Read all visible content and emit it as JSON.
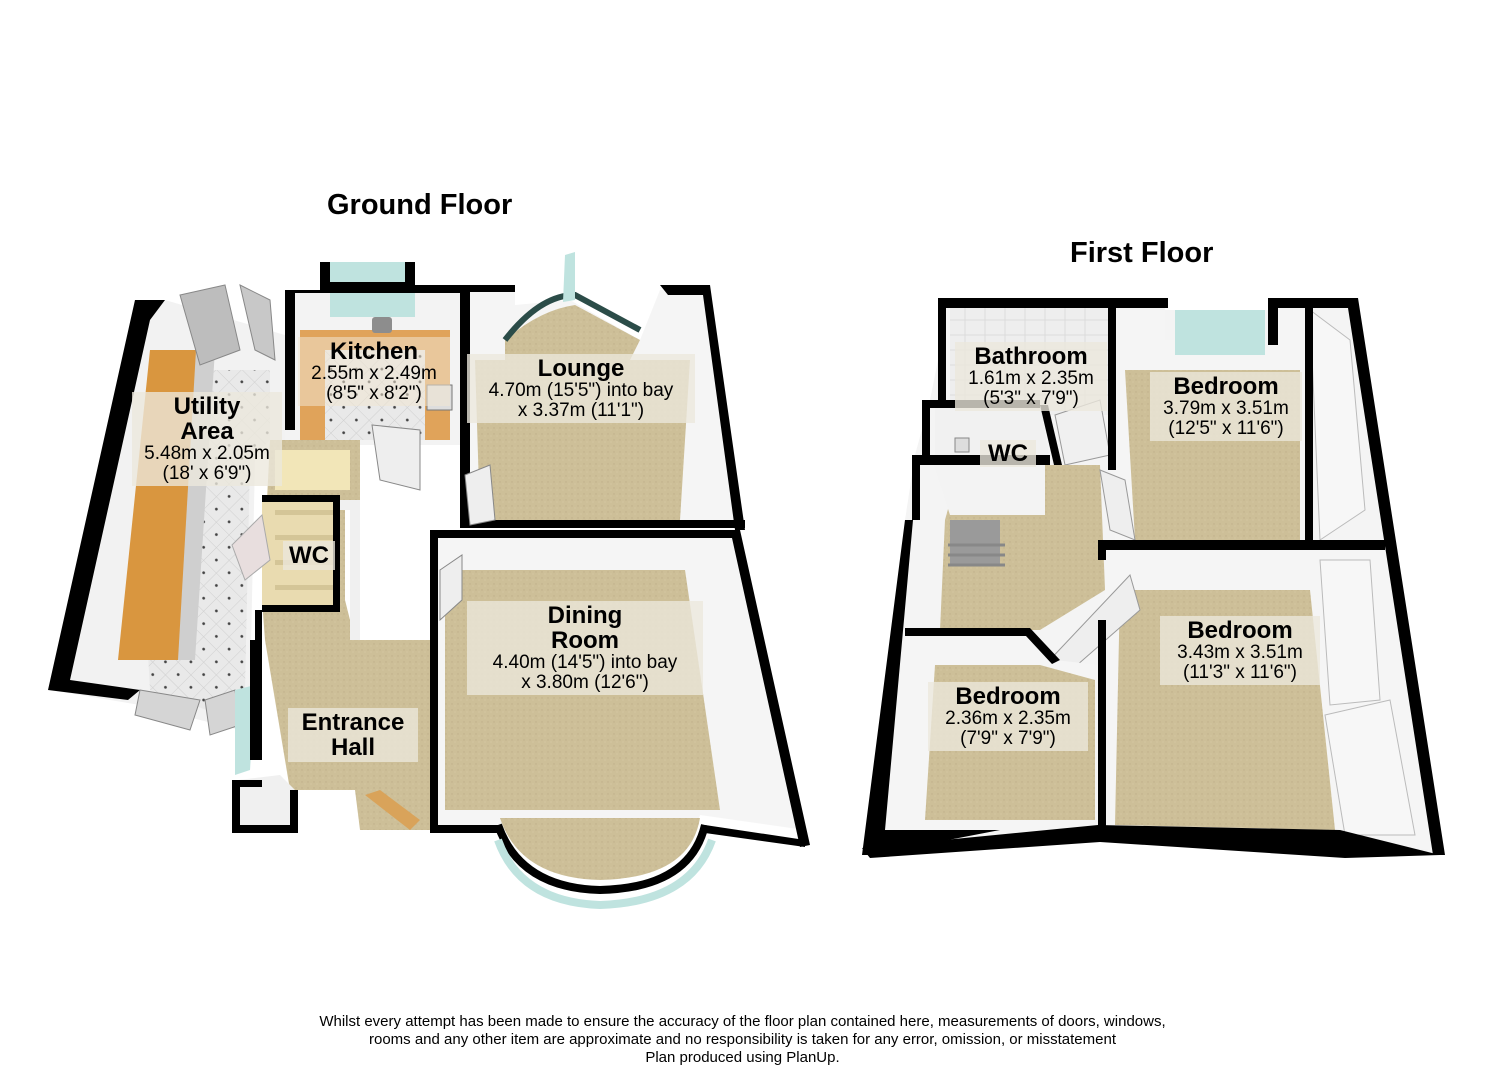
{
  "titles": {
    "ground_floor": "Ground Floor",
    "first_floor": "First Floor"
  },
  "ground_floor": {
    "rooms": [
      {
        "name": "Utility Area",
        "name_lines": [
          "Utility",
          "Area"
        ],
        "metric": "5.48m x 2.05m",
        "imperial": "(18' x 6'9\")"
      },
      {
        "name": "Kitchen",
        "name_lines": [
          "Kitchen"
        ],
        "metric": "2.55m x 2.49m",
        "imperial": "(8'5\" x 8'2\")"
      },
      {
        "name": "Lounge",
        "name_lines": [
          "Lounge"
        ],
        "metric": "4.70m (15'5\") into bay",
        "imperial": "x 3.37m (11'1\")"
      },
      {
        "name": "WC",
        "name_lines": [
          "WC"
        ],
        "metric": "",
        "imperial": ""
      },
      {
        "name": "Dining Room",
        "name_lines": [
          "Dining",
          "Room"
        ],
        "metric": "4.40m (14'5\") into bay",
        "imperial": "x 3.80m (12'6\")"
      },
      {
        "name": "Entrance Hall",
        "name_lines": [
          "Entrance",
          "Hall"
        ],
        "metric": "",
        "imperial": ""
      }
    ]
  },
  "first_floor": {
    "rooms": [
      {
        "name": "Bathroom",
        "name_lines": [
          "Bathroom"
        ],
        "metric": "1.61m x 2.35m",
        "imperial": "(5'3\" x 7'9\")"
      },
      {
        "name": "WC",
        "name_lines": [
          "WC"
        ],
        "metric": "",
        "imperial": ""
      },
      {
        "name": "Bedroom",
        "name_lines": [
          "Bedroom"
        ],
        "metric": "3.79m x 3.51m",
        "imperial": "(12'5\" x 11'6\")"
      },
      {
        "name": "Bedroom",
        "name_lines": [
          "Bedroom"
        ],
        "metric": "3.43m x 3.51m",
        "imperial": "(11'3\" x 11'6\")"
      },
      {
        "name": "Bedroom",
        "name_lines": [
          "Bedroom"
        ],
        "metric": "2.36m x 2.35m",
        "imperial": "(7'9\" x 7'9\")"
      }
    ]
  },
  "disclaimer": {
    "line1": "Whilst every attempt has been made to ensure the accuracy of the floor plan contained here, measurements of doors, windows,",
    "line2": "rooms and any other item are approximate and no responsibility is taken for any error, omission, or misstatement",
    "line3": "Plan produced using PlanUp."
  },
  "colors": {
    "wall": "#000000",
    "wall_face": "#f4f4f4",
    "carpet": "#cdbf98",
    "tile": "#e6e6e6",
    "worktop": "#d99a45",
    "glass": "#bfe3df",
    "label_bg": "#ece8dc"
  }
}
